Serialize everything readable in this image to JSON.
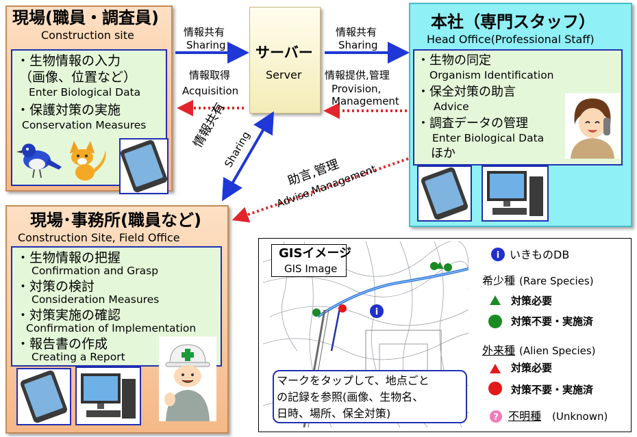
{
  "site": {
    "title_ja": "現場(職員・調査員)",
    "title_en": "Construction site",
    "items": [
      {
        "ja": "・生物情報の入力",
        "ja2": "（画像、位置など）",
        "en": "Enter Biological Data"
      },
      {
        "ja": "・保護対策の実施",
        "en": "Conservation Measures"
      }
    ]
  },
  "server": {
    "title_ja": "サーバー",
    "title_en": "Server"
  },
  "head_office": {
    "title_ja": "本社（専門スタッフ）",
    "title_en": "Head Office(Professional Staff)",
    "items": [
      {
        "ja": "・生物の同定",
        "en": "Organism Identification"
      },
      {
        "ja": "・保全対策の助言",
        "en": "Advice"
      },
      {
        "ja": "・調査データの管理",
        "en": "Enter Biological Data"
      }
    ],
    "etc": "ほか"
  },
  "field_office": {
    "title_ja": "現場･事務所(職員など)",
    "title_en": "Construction Site, Field Office",
    "items": [
      {
        "ja": "・生物情報の把握",
        "en": "Confirmation and Grasp"
      },
      {
        "ja": "・対策の検討",
        "en": "Consideration Measures"
      },
      {
        "ja": "・対策実施の確認",
        "en": "Confirmation of Implementation"
      },
      {
        "ja": "・報告書の作成",
        "en": "Creating a Report"
      }
    ]
  },
  "arrows": {
    "share_left_ja": "情報共有",
    "share_left_en": "Sharing",
    "acq_ja": "情報取得",
    "acq_en": "Acquisition",
    "share_right_ja": "情報共有",
    "share_right_en": "Sharing",
    "prov_ja": "情報提供,管理",
    "prov_en1": "Provision,",
    "prov_en2": "Management",
    "share_diag_ja": "情報共有",
    "share_diag_en": "Sharing",
    "advise_ja": "助言,管理",
    "advise_en": "Advise,Management"
  },
  "gis": {
    "title_ja": "GISイメージ",
    "title_en": "GIS Image",
    "callout": [
      "マークをタップして、地点ごと",
      "の記録を参照(画像、生物名、",
      "日時、場所、保全対策)"
    ],
    "legend": {
      "db_label": "いきものDB",
      "rare_title": "希少種",
      "rare_en": "(Rare Species)",
      "rare_needed": "対策必要",
      "rare_done": "対策不要・実施済",
      "alien_title": "外来種",
      "alien_en": "(Alien Species)",
      "alien_needed": "対策必要",
      "alien_done": "対策不要・実施済",
      "unknown": "不明種",
      "unknown_en": "(Unknown)"
    }
  },
  "colors": {
    "arrow_blue": "#1f37d6",
    "arrow_red": "#e0262b",
    "legend_green": "#1a8a25",
    "legend_red": "#e41818",
    "info_blue": "#1f2fd0",
    "unknown_pink": "#f07ab8"
  }
}
